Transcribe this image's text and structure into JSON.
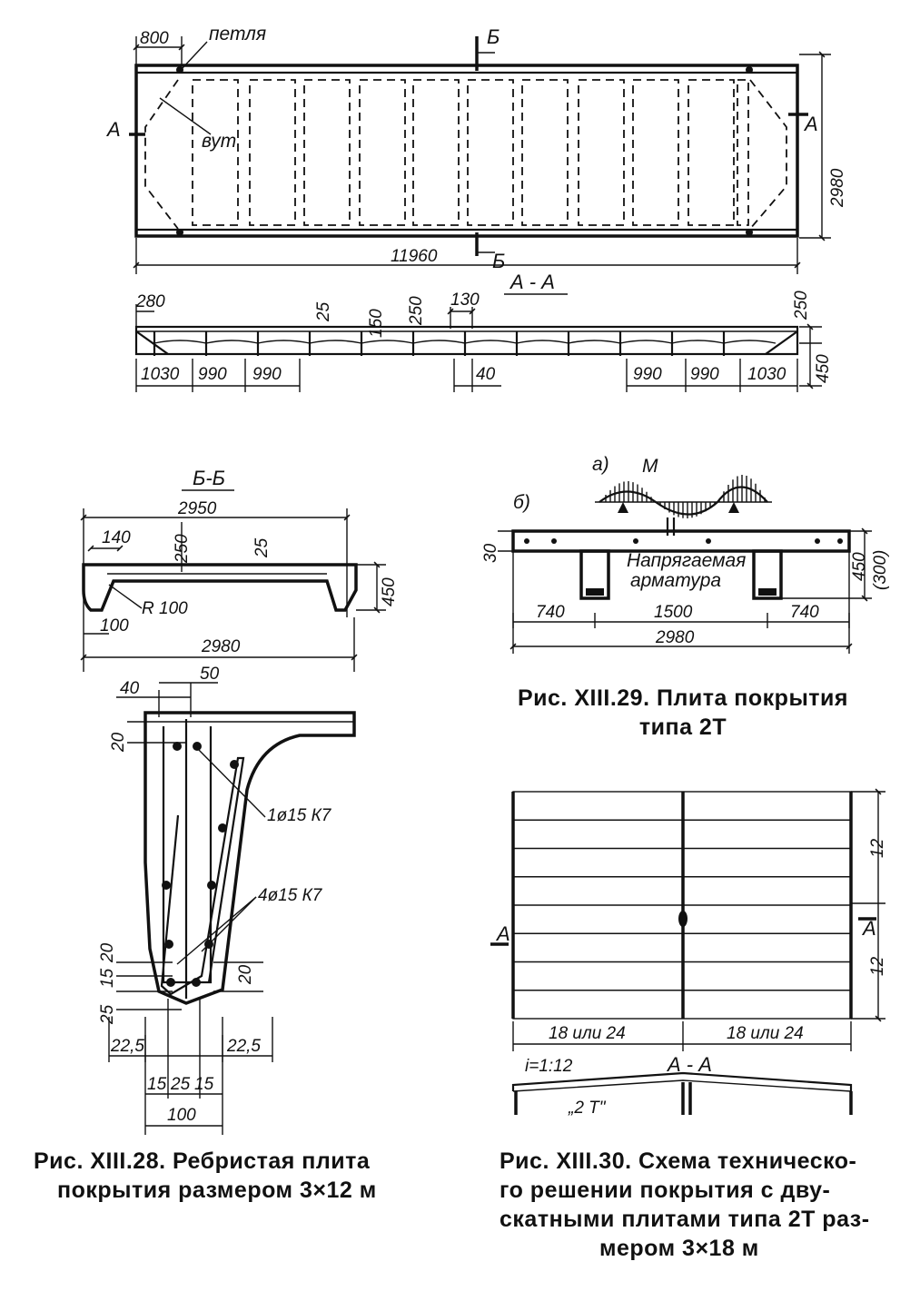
{
  "fig28": {
    "plan": {
      "dim_loop_offset": "800",
      "label_loop": "петля",
      "label_haunch": "вут",
      "section_mark_a": "А",
      "section_mark_b": "Б",
      "dim_width": "2980",
      "dim_length": "11960"
    },
    "section_aa": {
      "title": "А - А",
      "dims_top": [
        "280",
        "25",
        "150",
        "250",
        "130"
      ],
      "dims_bottom": [
        "1030",
        "990",
        "990",
        "40",
        "990",
        "990",
        "1030"
      ],
      "dim_right_top": "250",
      "dim_right_bottom": "450"
    },
    "section_bb": {
      "title": "Б-Б",
      "dim_top": "2950",
      "dims": [
        "140",
        "250",
        "25",
        "450",
        "R 100",
        "100",
        "2980"
      ]
    },
    "rib_detail": {
      "dims_top": [
        "40",
        "50",
        "20"
      ],
      "rebar_top": "1ø15 К7",
      "rebar_bottom": "4ø15 К7",
      "dims_left": [
        "20",
        "15",
        "25"
      ],
      "dim_right": "20",
      "dims_bottom": [
        "22,5",
        "22,5",
        "15",
        "25",
        "15",
        "100"
      ]
    },
    "caption": [
      "Рис. XIII.28. Ребристая плита",
      "покрытия размером 3×12 м"
    ]
  },
  "fig29": {
    "label_a": "а)",
    "label_moment": "М",
    "label_b": "б)",
    "label_prestressed": [
      "Напрягаемая",
      "арматура"
    ],
    "dims": [
      "30",
      "450",
      "(300)",
      "740",
      "1500",
      "740",
      "2980"
    ],
    "caption": [
      "Рис. XIII.29. Плита покрытия",
      "типа 2Т"
    ]
  },
  "fig30": {
    "dims_right": [
      "12",
      "12"
    ],
    "section_mark": "А",
    "dims_bottom": [
      "18 или 24",
      "18 или 24"
    ],
    "slope": "i=1:12",
    "section_title": "А - А",
    "slab_type": "„2 Т\"",
    "caption": [
      "Рис. XIII.30. Схема техническо-",
      "го решении покрытия с дву-",
      "скатными плитами типа 2Т раз-",
      "мером 3×18 м"
    ]
  }
}
